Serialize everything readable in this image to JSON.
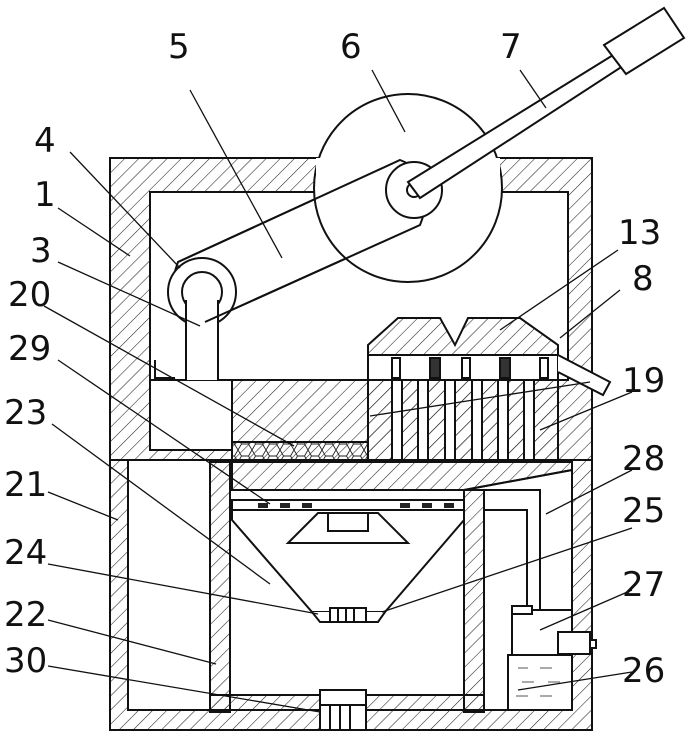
{
  "diagram": {
    "labels": [
      {
        "id": "l1",
        "text": "1"
      },
      {
        "id": "l3",
        "text": "3"
      },
      {
        "id": "l4",
        "text": "4"
      },
      {
        "id": "l5",
        "text": "5"
      },
      {
        "id": "l6",
        "text": "6"
      },
      {
        "id": "l7",
        "text": "7"
      },
      {
        "id": "l8",
        "text": "8"
      },
      {
        "id": "l13",
        "text": "13"
      },
      {
        "id": "l19",
        "text": "19"
      },
      {
        "id": "l20",
        "text": "20"
      },
      {
        "id": "l21",
        "text": "21"
      },
      {
        "id": "l22",
        "text": "22"
      },
      {
        "id": "l23",
        "text": "23"
      },
      {
        "id": "l24",
        "text": "24"
      },
      {
        "id": "l25",
        "text": "25"
      },
      {
        "id": "l26",
        "text": "26"
      },
      {
        "id": "l27",
        "text": "27"
      },
      {
        "id": "l28",
        "text": "28"
      },
      {
        "id": "l29",
        "text": "29"
      },
      {
        "id": "l30",
        "text": "30"
      }
    ]
  }
}
